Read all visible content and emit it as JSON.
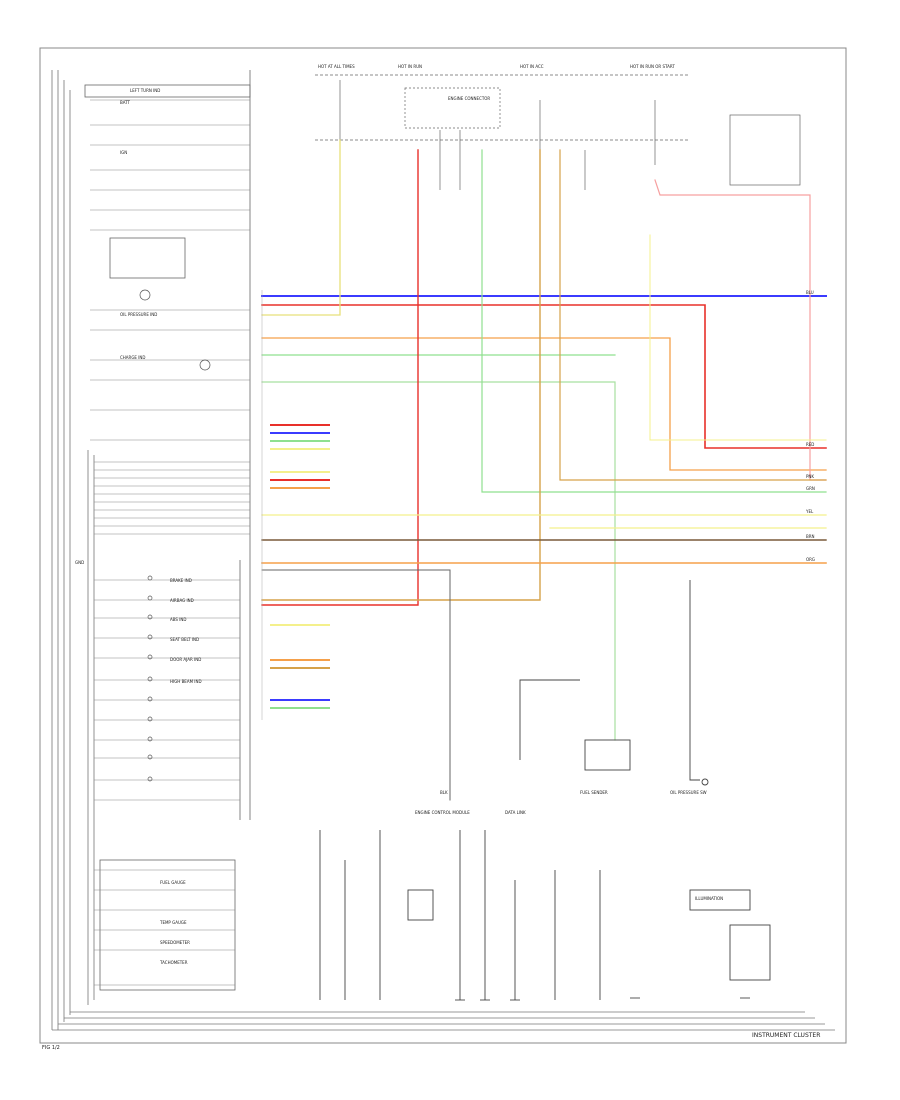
{
  "diagram": {
    "title": "INSTRUMENT CLUSTER",
    "page_ref": "FIG 1/2",
    "left_labels": {
      "battery": "BATT",
      "ignition": "IGN",
      "ground": "GND"
    },
    "top_labels": {
      "fuse_a": "HOT AT ALL TIMES",
      "fuse_b": "HOT IN RUN",
      "fuse_c": "HOT IN ACC",
      "fuse_d": "HOT IN RUN OR START",
      "engine_conn": "ENGINE CONNECTOR"
    },
    "components": {
      "left_turn_ind": "LEFT TURN IND",
      "oil_pressure_ind": "OIL PRESSURE IND",
      "charge_ind": "CHARGE IND",
      "brake_ind": "BRAKE IND",
      "airbag_ind": "AIRBAG IND",
      "abs_ind": "ABS IND",
      "seat_belt_ind": "SEAT BELT IND",
      "door_ajar_ind": "DOOR AJAR IND",
      "high_beam_ind": "HIGH BEAM IND",
      "fuel_gauge": "FUEL GAUGE",
      "temp_gauge": "TEMP GAUGE",
      "speedometer": "SPEEDOMETER",
      "tachometer": "TACHOMETER",
      "oil_pressure_sw": "OIL PRESSURE SW",
      "fuel_sender": "FUEL SENDER",
      "engine_control_module": "ENGINE CONTROL MODULE",
      "data_link": "DATA LINK",
      "illumination": "ILLUMINATION"
    },
    "wire_colors": {
      "blu": "BLU",
      "red": "RED",
      "yel": "YEL",
      "grn": "GRN",
      "org": "ORG",
      "brn": "BRN",
      "blk": "BLK",
      "pnk": "PNK"
    },
    "colors": {
      "blue": "#3b3bff",
      "red": "#e8302a",
      "pink": "#f6a0a0",
      "yellow": "#f4f08c",
      "green": "#8fe08f",
      "orange": "#f5a04a",
      "tan": "#d6a24a",
      "brown": "#7a5a3a",
      "black": "#222222",
      "gray": "#666666"
    }
  }
}
